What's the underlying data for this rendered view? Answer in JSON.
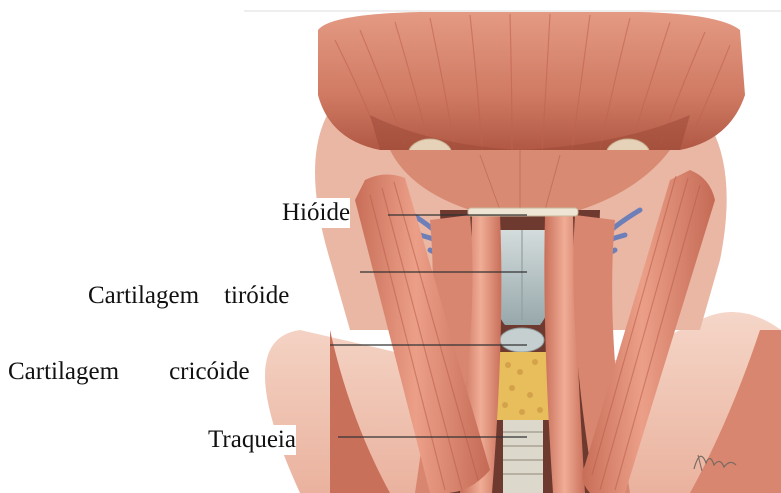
{
  "figure": {
    "labels": {
      "hioide": "Hióide",
      "tiroide": "Cartilagem    tiróide",
      "cricoide": "Cartilagem        cricóide",
      "traqueia": "Traqueia"
    },
    "colors": {
      "muscle": "#d9826b",
      "muscle_light": "#eba48f",
      "muscle_dark": "#b85e4a",
      "cartilage": "#b9c6c8",
      "cricoid_fat": "#e8be5c",
      "trachea": "#dcd8cc",
      "vessel": "#6d7fb8",
      "gland": "#e6d2b8",
      "skin_bg": "#f2c9b8",
      "leader_line": "#333333"
    },
    "signature_icon": "artist-signature"
  }
}
